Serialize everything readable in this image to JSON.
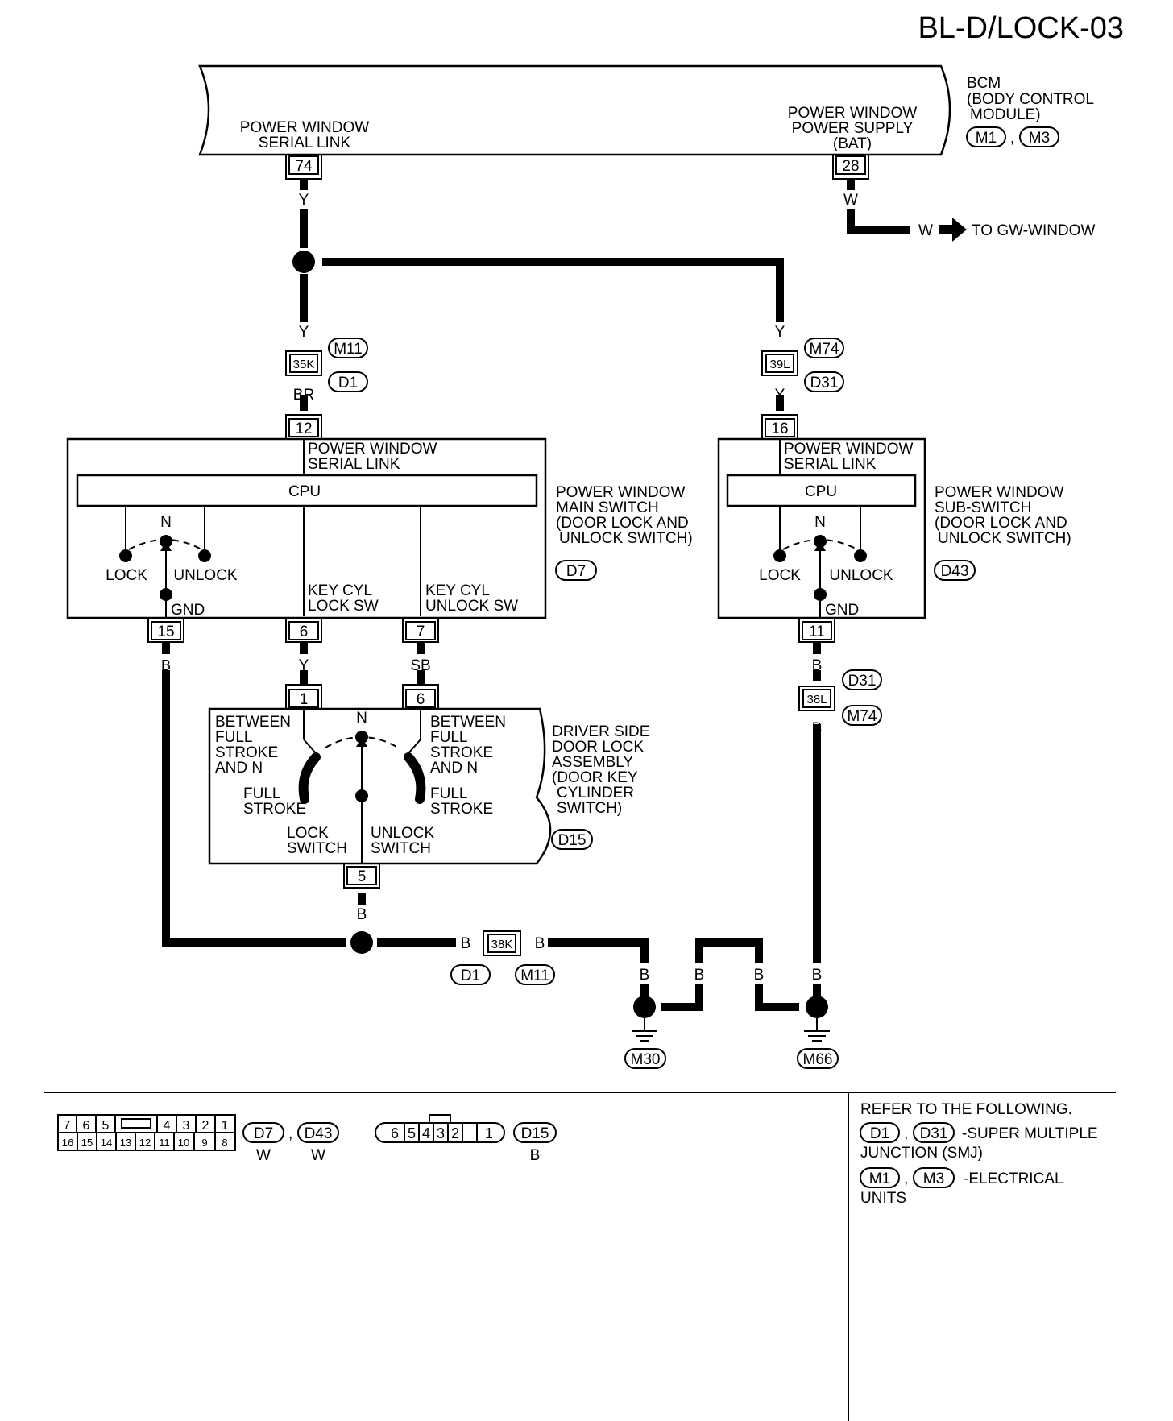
{
  "page_title": "BL-D/LOCK-03",
  "bcm": {
    "name_lines": [
      "BCM",
      "(BODY CONTROL",
      "MODULE)"
    ],
    "connectors": [
      "M1",
      "M3"
    ],
    "serial_link_lines": [
      "POWER WINDOW",
      "SERIAL LINK"
    ],
    "serial_link_pin": "74",
    "power_supply_lines": [
      "POWER WINDOW",
      "POWER SUPPLY",
      "(BAT)"
    ],
    "power_supply_pin": "28"
  },
  "to_window": {
    "wire": "W",
    "label": "TO GW-WINDOW"
  },
  "wire_colors": {
    "y": "Y",
    "w": "W",
    "br": "BR",
    "sb": "SB",
    "b": "B"
  },
  "junctions": {
    "j35k": {
      "pin": "35K",
      "top": "M11",
      "bottom": "D1"
    },
    "j39l": {
      "pin": "39L",
      "top": "M74",
      "bottom": "D31"
    },
    "j38l": {
      "pin": "38L",
      "top": "D31",
      "bottom": "M74"
    },
    "j38k": {
      "pin": "38K",
      "left": "D1",
      "right": "M11"
    }
  },
  "main_switch": {
    "pin_top": "12",
    "serial_link_lines": [
      "POWER WINDOW",
      "SERIAL LINK"
    ],
    "cpu": "CPU",
    "n": "N",
    "lock": "LOCK",
    "unlock": "UNLOCK",
    "gnd": "GND",
    "key_lock_lines": [
      "KEY CYL",
      "LOCK SW"
    ],
    "key_unlock_lines": [
      "KEY CYL",
      "UNLOCK SW"
    ],
    "pins_bottom": [
      "15",
      "6",
      "7"
    ],
    "name_lines": [
      "POWER WINDOW",
      "MAIN SWITCH",
      "(DOOR LOCK AND",
      "UNLOCK SWITCH)"
    ],
    "connector": "D7"
  },
  "sub_switch": {
    "pin_top": "16",
    "serial_link_lines": [
      "POWER WINDOW",
      "SERIAL LINK"
    ],
    "cpu": "CPU",
    "n": "N",
    "lock": "LOCK",
    "unlock": "UNLOCK",
    "gnd": "GND",
    "pin_bottom": "11",
    "name_lines": [
      "POWER WINDOW",
      "SUB-SWITCH",
      "(DOOR LOCK AND",
      "UNLOCK SWITCH)"
    ],
    "connector": "D43"
  },
  "door_lock": {
    "pins_top": [
      "1",
      "6"
    ],
    "pin_bottom": "5",
    "n": "N",
    "between_lines": [
      "BETWEEN",
      "FULL",
      "STROKE",
      "AND N"
    ],
    "full_stroke_lines": [
      "FULL",
      "STROKE"
    ],
    "lock_switch_lines": [
      "LOCK",
      "SWITCH"
    ],
    "unlock_switch_lines": [
      "UNLOCK",
      "SWITCH"
    ],
    "name_lines": [
      "DRIVER SIDE",
      "DOOR LOCK",
      "ASSEMBLY",
      "(DOOR KEY",
      "CYLINDER",
      "SWITCH)"
    ],
    "connector": "D15"
  },
  "grounds": [
    "M30",
    "M66"
  ],
  "connector_views": {
    "d7_top_pins": [
      "7",
      "6",
      "5",
      "4",
      "3",
      "2",
      "1"
    ],
    "d7_bottom_pins": [
      "16",
      "15",
      "14",
      "13",
      "12",
      "11",
      "10",
      "9",
      "8"
    ],
    "d7_tags": [
      "D7",
      "D43"
    ],
    "d7_colors": [
      "W",
      "W"
    ],
    "d15_pins": [
      "6",
      "5",
      "4",
      "3",
      "2",
      "1"
    ],
    "d15_tag": "D15",
    "d15_color": "B"
  },
  "refer": {
    "heading": "REFER TO THE FOLLOWING.",
    "smj_tags": [
      "D1",
      "D31"
    ],
    "smj_lines": [
      "-SUPER MULTIPLE",
      "JUNCTION (SMJ)"
    ],
    "eu_tags": [
      "M1",
      "M3"
    ],
    "eu_lines": [
      "-ELECTRICAL",
      "UNITS"
    ]
  }
}
